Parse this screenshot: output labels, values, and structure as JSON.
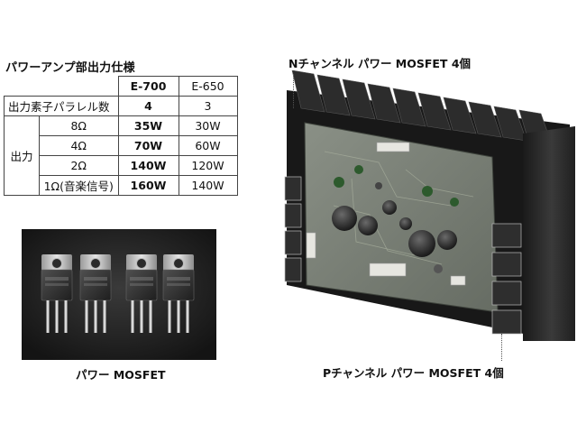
{
  "spec_title": "パワーアンプ部出力仕様",
  "table": {
    "headers": [
      "E-700",
      "E-650"
    ],
    "parallel_row": {
      "label": "出力素子パラレル数",
      "values": [
        "4",
        "3"
      ]
    },
    "output_group_label": "出力",
    "output_rows": [
      {
        "load": "8Ω",
        "values": [
          "35W",
          "30W"
        ]
      },
      {
        "load": "4Ω",
        "values": [
          "70W",
          "60W"
        ]
      },
      {
        "load": "2Ω",
        "values": [
          "140W",
          "120W"
        ]
      },
      {
        "load": "1Ω(音楽信号)",
        "values": [
          "160W",
          "140W"
        ]
      }
    ]
  },
  "photo_left_caption": "パワー MOSFET",
  "top_right_caption": "Nチャンネル パワー MOSFET 4個",
  "bottom_right_caption": "Pチャンネル パワー MOSFET 4個",
  "colors": {
    "photo_background": "#1b1b1b",
    "heatsink": "#2a2a2a",
    "pcb": "#7d8478"
  }
}
